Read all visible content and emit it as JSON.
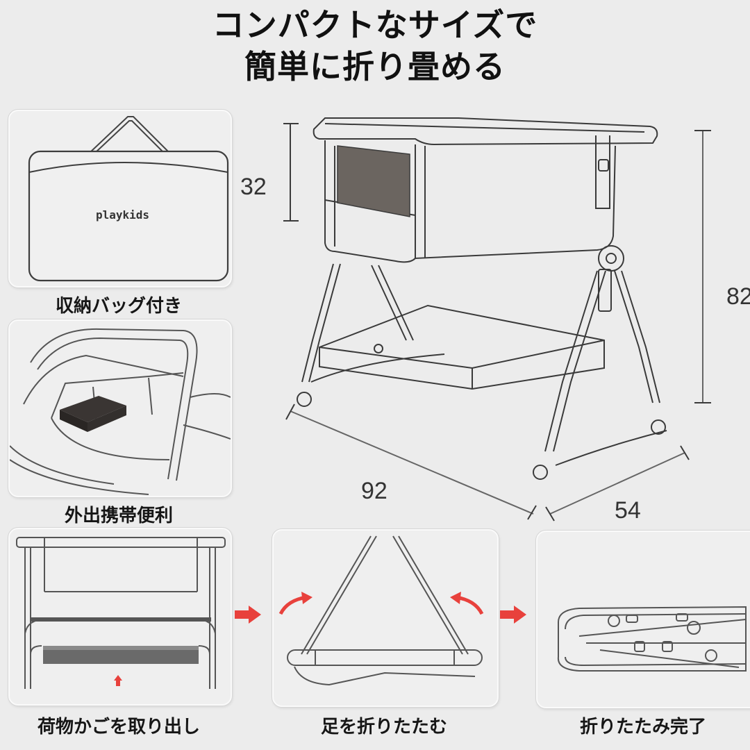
{
  "header": {
    "title_line1": "コンパクトなサイズで",
    "title_line2": "簡単に折り畳める"
  },
  "features": [
    {
      "id": "storage-bag",
      "caption": "収納バッグ付き",
      "brand_label": "playkids"
    },
    {
      "id": "portable",
      "caption": "外出携帯便利"
    }
  ],
  "dimensions": {
    "height_upper": "32",
    "height_total": "82",
    "length": "92",
    "width": "54"
  },
  "steps": [
    {
      "id": "remove-basket",
      "caption": "荷物かごを取り出し"
    },
    {
      "id": "fold-legs",
      "caption": "足を折りたたむ"
    },
    {
      "id": "fold-complete",
      "caption": "折りたたみ完了"
    }
  ],
  "colors": {
    "background": "#ececec",
    "panel": "#efefef",
    "accent_red": "#e8413c",
    "line": "#3a3a3a",
    "mesh": "#6b6560"
  }
}
